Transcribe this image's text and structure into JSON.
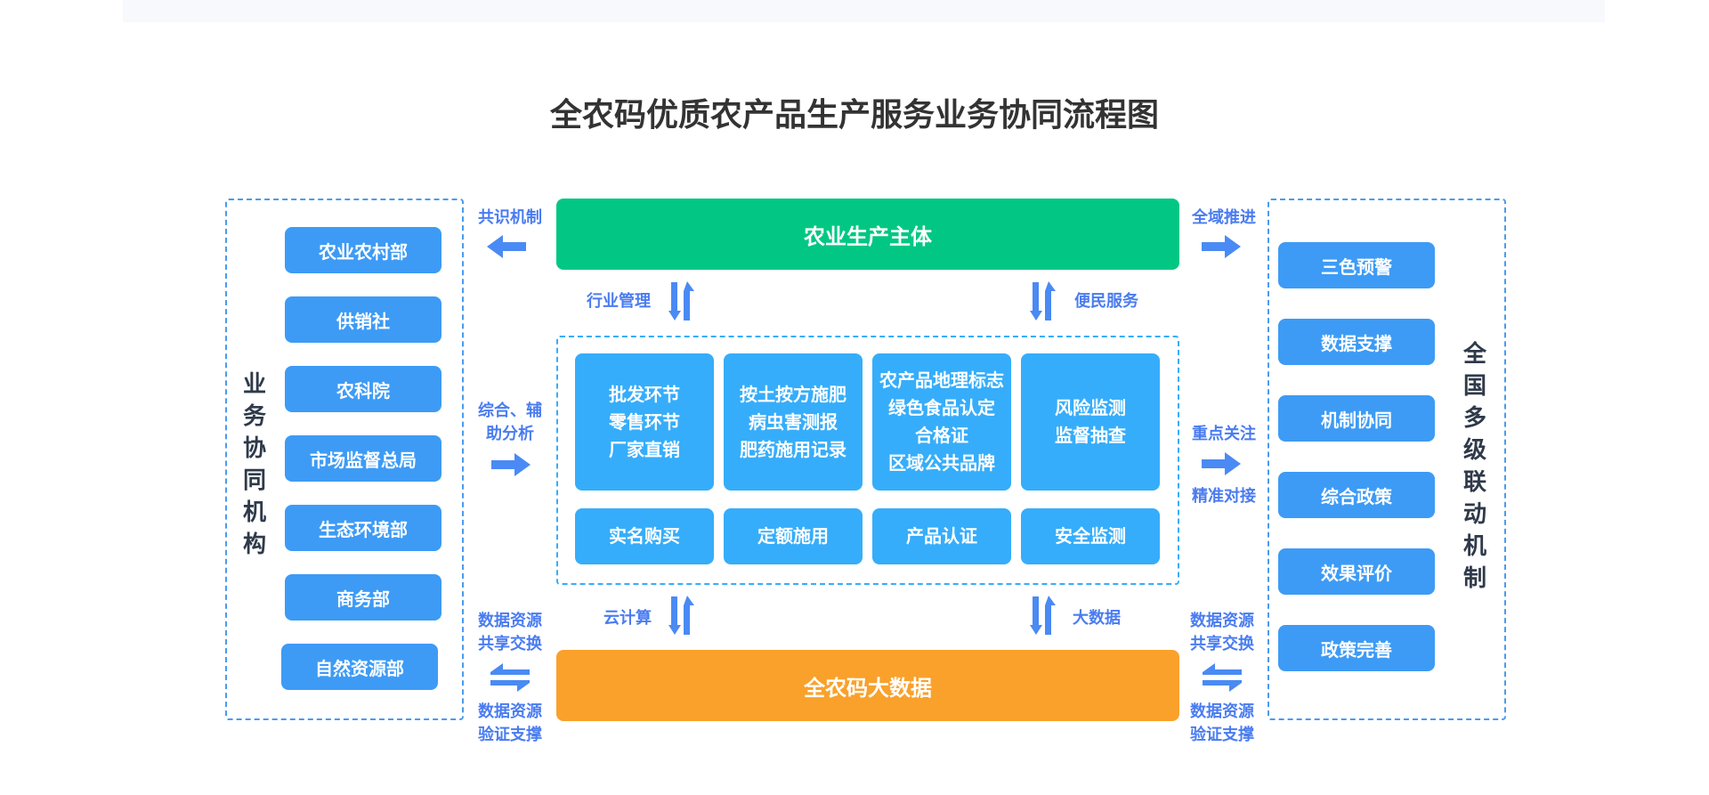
{
  "title": "全农码优质农产品生产服务业务协同流程图",
  "colors": {
    "primary_blue": "#3d9bf5",
    "cell_blue": "#36adfa",
    "green": "#02c784",
    "orange": "#f9a12b",
    "arrow_blue": "#4a8af4",
    "label_blue": "#4a7cf0"
  },
  "left_panel": {
    "vertical_label": "业务协同机构",
    "items": [
      "农业农村部",
      "供销社",
      "农科院",
      "市场监督总局",
      "生态环境部",
      "商务部",
      "自然资源部"
    ]
  },
  "right_panel": {
    "vertical_label": "全国多级联动机制",
    "items": [
      "三色预警",
      "数据支撑",
      "机制协同",
      "综合政策",
      "效果评价",
      "政策完善"
    ]
  },
  "top_bar": {
    "label": "农业生产主体"
  },
  "bottom_bar": {
    "label": "全农码大数据"
  },
  "center": {
    "top_cells": [
      {
        "lines": [
          "批发环节",
          "零售环节",
          "厂家直销"
        ]
      },
      {
        "lines": [
          "按土按方施肥",
          "病虫害测报",
          "肥药施用记录"
        ]
      },
      {
        "lines": [
          "农产品地理标志",
          "绿色食品认定",
          "合格证",
          "区域公共品牌"
        ]
      },
      {
        "lines": [
          "风险监测",
          "监督抽查"
        ]
      }
    ],
    "bottom_cells": [
      "实名购买",
      "定额施用",
      "产品认证",
      "安全监测"
    ]
  },
  "connectors": {
    "consensus": "共识机制",
    "global_push": "全域推进",
    "industry_mgmt": "行业管理",
    "public_service": "便民服务",
    "analysis_1": "综合、辅",
    "analysis_2": "助分析",
    "focus": "重点关注",
    "precise": "精准对接",
    "cloud": "云计算",
    "bigdata": "大数据",
    "share_1": "数据资源",
    "share_2": "共享交换",
    "verify_1": "数据资源",
    "verify_2": "验证支撑"
  }
}
